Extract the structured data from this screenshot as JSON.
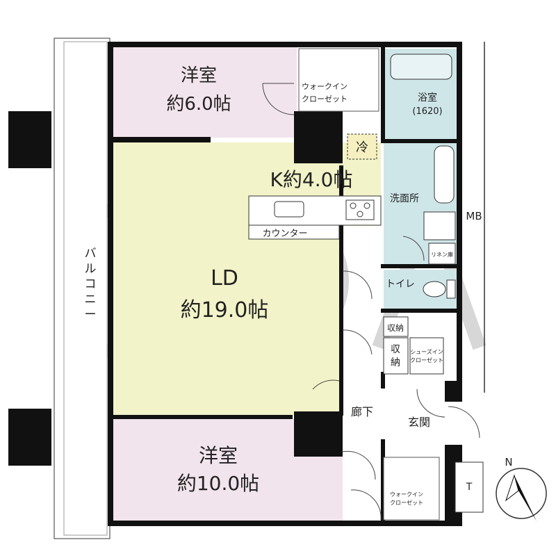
{
  "rooms": {
    "bedroom1": {
      "name": "洋室",
      "size": "約6.0帖"
    },
    "walkin1": {
      "line1": "ウォークイン",
      "line2": "クローゼット"
    },
    "bath": {
      "name": "浴室",
      "size": "(1620)"
    },
    "fridge": {
      "label": "冷"
    },
    "kitchen": {
      "label": "K約4.0帖"
    },
    "counter": {
      "label": "カウンター"
    },
    "washroom": {
      "label": "洗面所"
    },
    "mb": {
      "label": "MB"
    },
    "linen": {
      "label": "リネン庫"
    },
    "toilet": {
      "label": "トイレ"
    },
    "ld": {
      "name": "LD",
      "size": "約19.0帖"
    },
    "storage1": {
      "label": "収納"
    },
    "storage2": {
      "line1": "収",
      "line2": "納"
    },
    "shoes": {
      "line1": "シューズイン",
      "line2": "クローゼット"
    },
    "balcony": {
      "label": "バルコニー"
    },
    "corridor": {
      "label": "廊下"
    },
    "entrance": {
      "label": "玄関"
    },
    "bedroom2": {
      "name": "洋室",
      "size": "約10.0帖"
    },
    "walkin2": {
      "line1": "ウォークイン",
      "line2": "クローゼット"
    },
    "trunk": {
      "label": "T"
    }
  },
  "compass": {
    "label": "N"
  },
  "colors": {
    "bedroom": "#f2e4ec",
    "ld": "#f2f3c8",
    "wet": "#cfe6e9",
    "wall": "#111111",
    "logo": "#c8c8c8",
    "logo_accent": "#f2c39a"
  }
}
